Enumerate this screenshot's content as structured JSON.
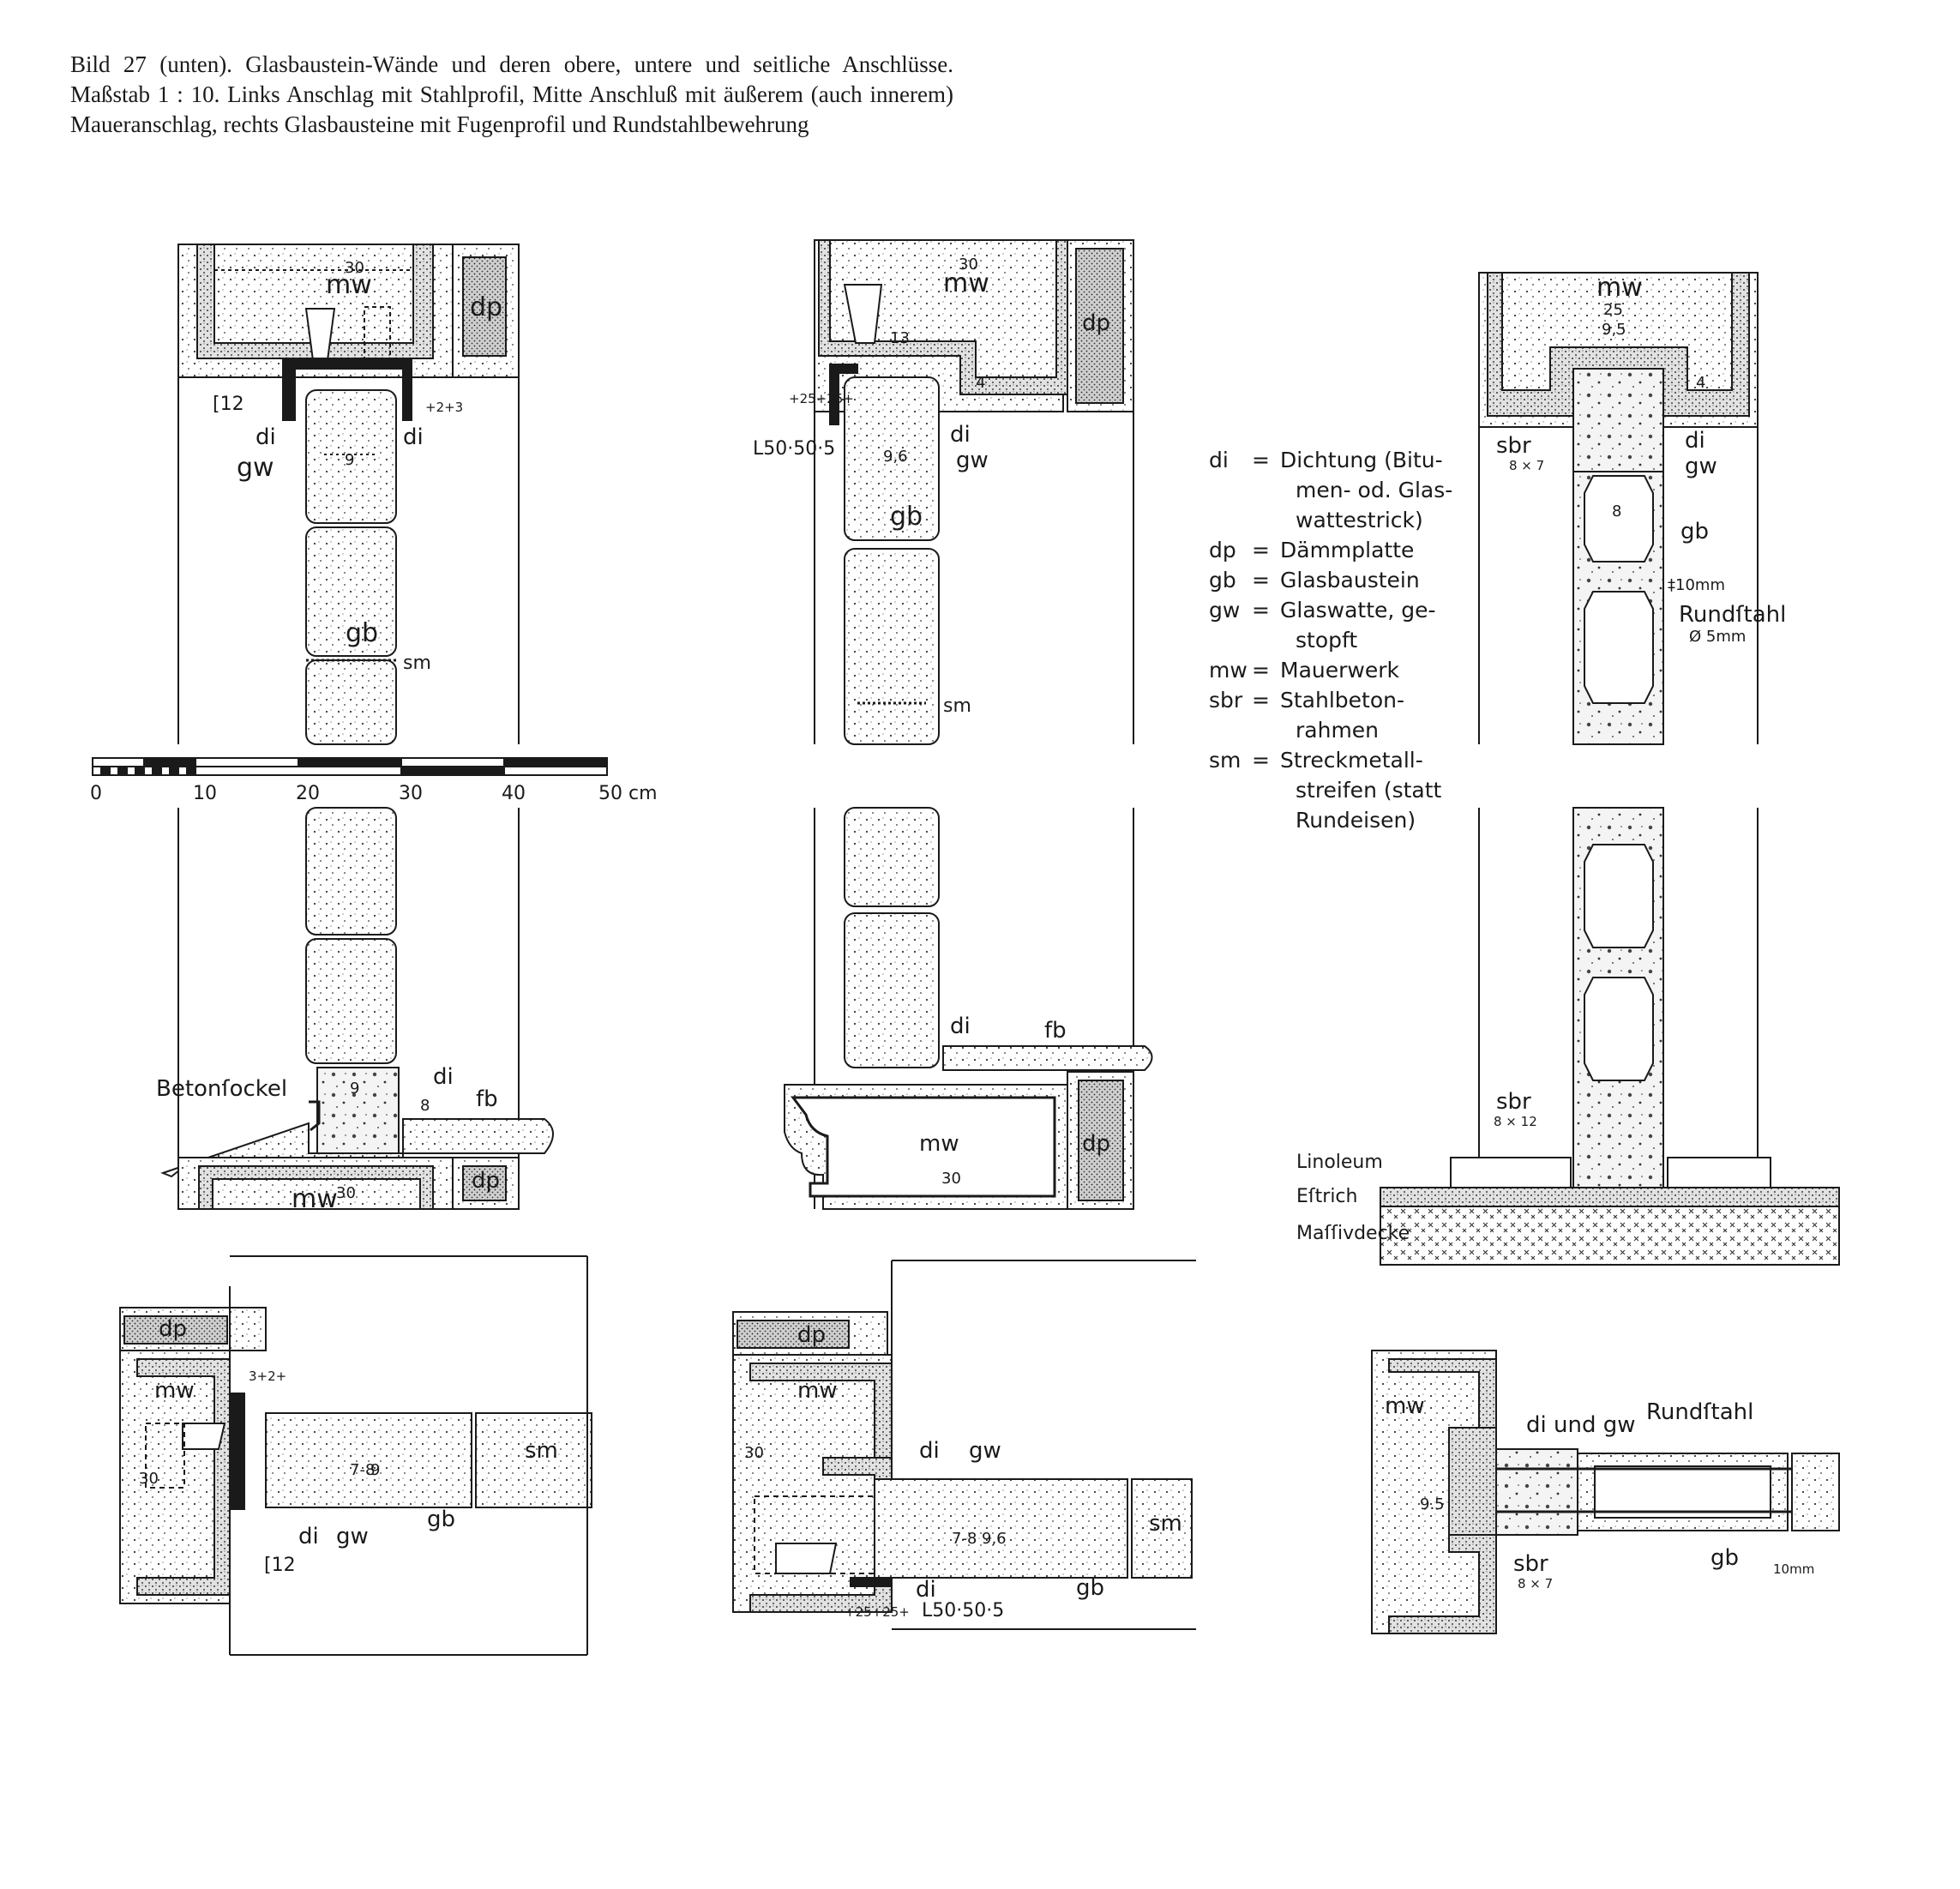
{
  "caption": "Bild 27 (unten). Glasbaustein-Wände und deren obere, untere und seitliche Anschlüsse. Maßstab 1 : 10. Links Anschlag mit Stahlprofil, Mitte Anschluß mit äußerem (auch innerem) Maueranschlag, rechts Glasbausteine mit Fugenprofil und Rundstahlbewehrung",
  "legend": [
    {
      "abbr": "di",
      "lines": [
        "Dichtung (Bitu-",
        "men- od. Glas-",
        "wattestrick)"
      ]
    },
    {
      "abbr": "dp",
      "lines": [
        "Dämmplatte"
      ]
    },
    {
      "abbr": "gb",
      "lines": [
        "Glasbaustein"
      ]
    },
    {
      "abbr": "gw",
      "lines": [
        "Glaswatte, ge-",
        "stopft"
      ]
    },
    {
      "abbr": "mw",
      "lines": [
        "Mauerwerk"
      ]
    },
    {
      "abbr": "sbr",
      "lines": [
        "Stahlbeton-",
        "rahmen"
      ]
    },
    {
      "abbr": "sm",
      "lines": [
        "Streckmetall-",
        "streifen (statt",
        "Rundeisen)"
      ]
    }
  ],
  "scale_bar": {
    "ticks": [
      "0",
      "10",
      "20",
      "30",
      "40",
      "50 cm"
    ]
  },
  "labels": {
    "mw": "mw",
    "dp": "dp",
    "gb": "gb",
    "gw": "gw",
    "di": "di",
    "sm": "sm",
    "fb": "fb",
    "sbr": "sbr",
    "d30": "30",
    "d9": "9",
    "d8": "8",
    "d13": "13",
    "d4": "4",
    "d25": "25",
    "d95": "9,5",
    "d96": "9,6",
    "d78": "7-8",
    "d9_5": "9.5",
    "c12": "[12",
    "L50": "L50·50·5",
    "g223": "+2+3",
    "g2525": "+25+25+",
    "g322": "3+2+",
    "s87": "8 × 7",
    "s812": "8 × 12",
    "mm10": "‡10mm",
    "mm10b": "10mm",
    "rundstahl": "Rundſtahl",
    "o5mm": "Ø 5mm",
    "betonsockel": "Betonſockel",
    "linoleum": "Linoleum",
    "estrich": "Eſtrich",
    "massivdecke": "Maſſivdecke",
    "diundgw": "di und gw"
  }
}
